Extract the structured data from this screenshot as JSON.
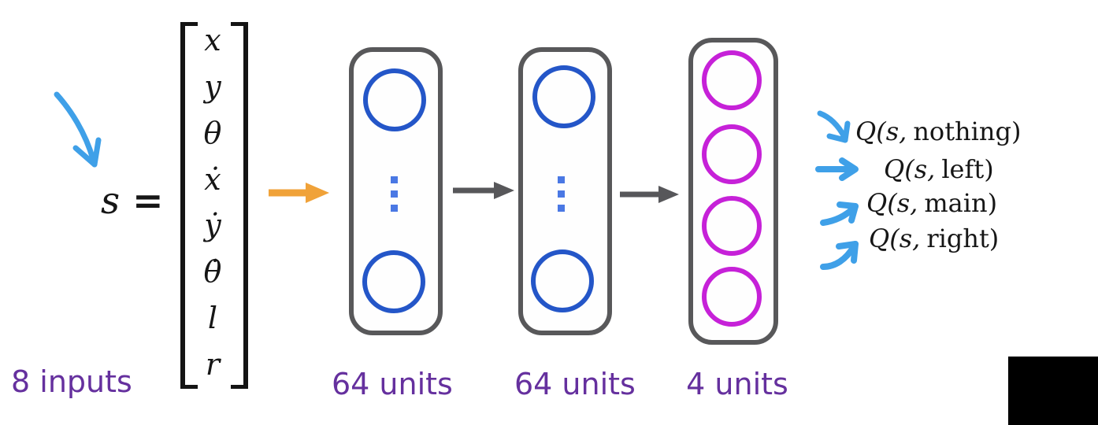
{
  "diagram_type": "neural-network-architecture",
  "colors": {
    "background": "#ffffff",
    "hand_drawn_arrow_blue": "#3fa0e8",
    "input_arrow_orange": "#f0a239",
    "layer_arrow_gray": "#57575a",
    "layer_border_gray": "#58585a",
    "hidden_unit_blue": "#2456c8",
    "ellipsis_dot_blue": "#4a78e4",
    "output_unit_magenta": "#c621d8",
    "label_purple": "#65309e",
    "math_text_black": "#161616",
    "corner_box_black": "#000000"
  },
  "input": {
    "state_symbol": "s",
    "equals_sign": "=",
    "vector_entries": [
      "x",
      "y",
      "θ",
      "ẋ",
      "ẏ",
      "θ̇",
      "l",
      "r"
    ],
    "label": "8 inputs"
  },
  "network": {
    "layers": [
      {
        "label": "64 units",
        "unit_color": "#2456c8",
        "visible_units": 2,
        "has_ellipsis": true
      },
      {
        "label": "64 units",
        "unit_color": "#2456c8",
        "visible_units": 2,
        "has_ellipsis": true
      },
      {
        "label": "4 units",
        "unit_color": "#c621d8",
        "visible_units": 4,
        "has_ellipsis": false
      }
    ]
  },
  "outputs": [
    {
      "prefix": "Q(s,",
      "action": "nothing)",
      "full": "Q(s, nothing)"
    },
    {
      "prefix": "Q(s,",
      "action": "left)",
      "full": "Q(s, left)"
    },
    {
      "prefix": "Q(s,",
      "action": "main)",
      "full": "Q(s, main)"
    },
    {
      "prefix": "Q(s,",
      "action": "right)",
      "full": "Q(s, right)"
    }
  ],
  "icons": {
    "input_pointer": "hand-drawn-curved-arrow-down-right",
    "input_feed": "orange-arrow-right",
    "layer_connections": "gray-arrow-right",
    "output_pointers": [
      "blue-curved-arrow-down-right",
      "blue-arrow-right",
      "blue-curved-arrow-up-right",
      "blue-curved-arrow-up-right"
    ]
  }
}
